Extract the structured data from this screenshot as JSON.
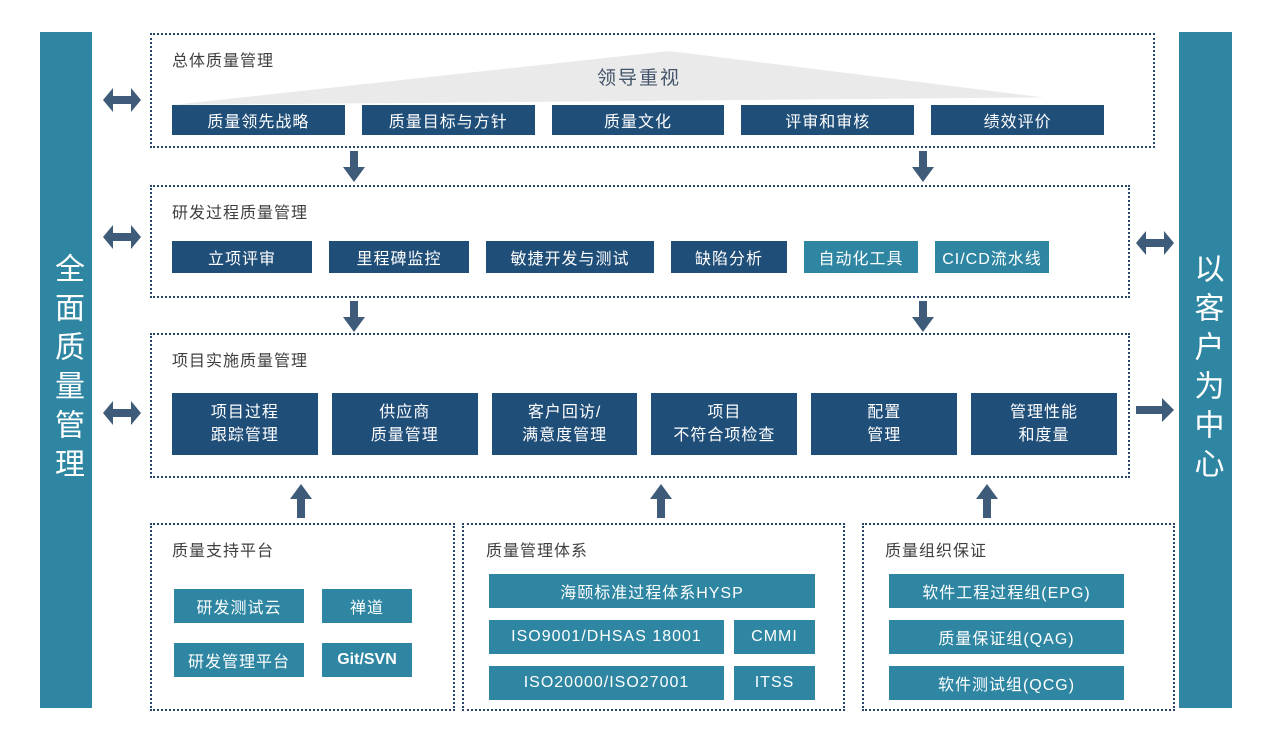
{
  "colors": {
    "navy_button": "#1f4e79",
    "teal_accent": "#2e86a3",
    "arrow": "#3e5c7a",
    "banner_gray": "#eaeaea",
    "dotted_border": "#29466b"
  },
  "left_bar": {
    "label": "全面质量管理"
  },
  "right_bar": {
    "label": "以客户为中心"
  },
  "overall": {
    "title": "总体质量管理",
    "banner": "领导重视",
    "items": [
      "质量领先战略",
      "质量目标与方针",
      "质量文化",
      "评审和审核",
      "绩效评价"
    ]
  },
  "rnd": {
    "title": "研发过程质量管理",
    "items": [
      "立项评审",
      "里程碑监控",
      "敏捷开发与测试",
      "缺陷分析",
      "自动化工具",
      "CI/CD流水线"
    ]
  },
  "project": {
    "title": "项目实施质量管理",
    "items": [
      {
        "line1": "项目过程",
        "line2": "跟踪管理"
      },
      {
        "line1": "供应商",
        "line2": "质量管理"
      },
      {
        "line1": "客户回访/",
        "line2": "满意度管理"
      },
      {
        "line1": "项目",
        "line2": "不符合项检查"
      },
      {
        "line1": "配置",
        "line2": "管理"
      },
      {
        "line1": "管理性能",
        "line2": "和度量"
      }
    ]
  },
  "platform": {
    "title": "质量支持平台",
    "items": [
      "研发测试云",
      "禅道",
      "研发管理平台",
      "Git/SVN"
    ]
  },
  "system": {
    "title": "质量管理体系",
    "wide": "海颐标准过程体系HYSP",
    "left_items": [
      "ISO9001/DHSAS 18001",
      "ISO20000/ISO27001"
    ],
    "right_items": [
      "CMMI",
      "ITSS"
    ]
  },
  "organization": {
    "title": "质量组织保证",
    "items": [
      "软件工程过程组(EPG)",
      "质量保证组(QAG)",
      "软件测试组(QCG)"
    ]
  }
}
